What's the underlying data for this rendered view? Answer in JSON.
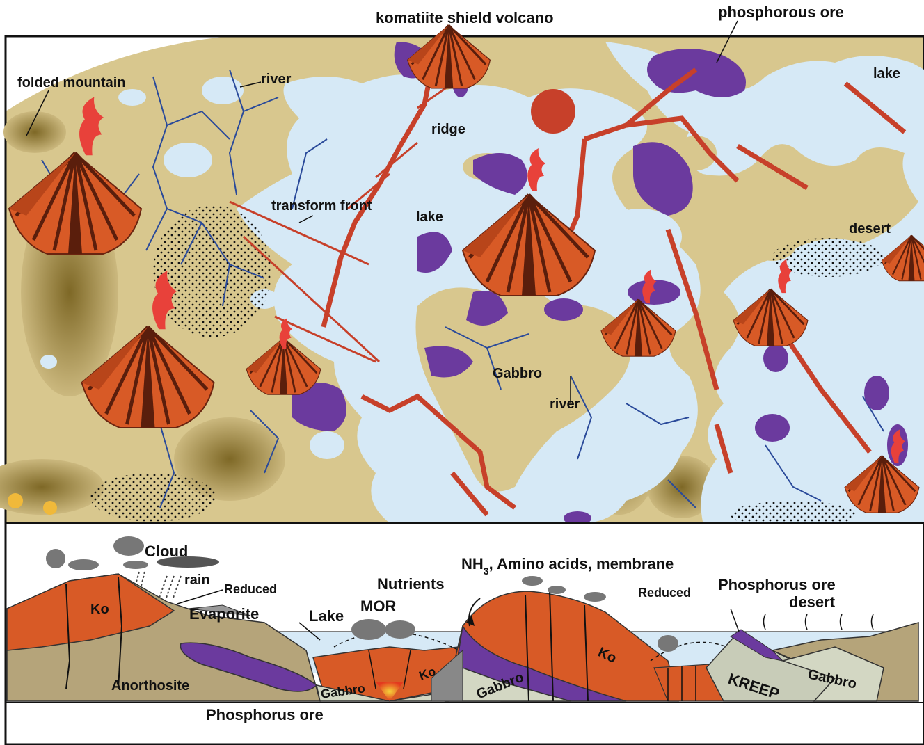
{
  "map_view": {
    "labels": {
      "folded_mountain": "folded mountain",
      "river_top": "river",
      "komatiite_volcano": "komatiite shield volcano",
      "phosphorous_ore": "phosphorous ore",
      "lake_top_right": "lake",
      "ridge": "ridge",
      "transform_front": "transform front",
      "lake_center": "lake",
      "desert": "desert",
      "gabbro": "Gabbro",
      "river_center": "river"
    }
  },
  "cross_section": {
    "labels": {
      "cloud": "Cloud",
      "rain": "rain",
      "reduced_left": "Reduced",
      "evaporite": "Evaporite",
      "ko_left": "Ko",
      "anorthosite": "Anorthosite",
      "phosphorus_ore_bottom": "Phosphorus ore",
      "nutrients": "Nutrients",
      "lake": "Lake",
      "mor": "MOR",
      "ko_center": "Ko",
      "gabbro_small": "Gabbro",
      "gabbro_center": "Gabbro",
      "nh3_prefix": "NH",
      "nh3_sub": "3",
      "nh3_suffix": ", Amino acids, membrane",
      "ko_right": "Ko",
      "reduced_right": "Reduced",
      "phosphorus_ore_right": "Phosphorus ore",
      "desert_right": "desert",
      "kreep": "KREEP",
      "gabbro_right": "Gabbro"
    }
  },
  "colors": {
    "land": "#d8c78e",
    "dark_land": "#8a7430",
    "water": "#d6e9f6",
    "komatiite": "#d85a26",
    "purple_ore": "#6b3a9e",
    "river": "#2a4a9a",
    "ridge_line": "#c7402a",
    "gabbro": "#d3d7c3",
    "anorthosite": "#b5a47a"
  }
}
